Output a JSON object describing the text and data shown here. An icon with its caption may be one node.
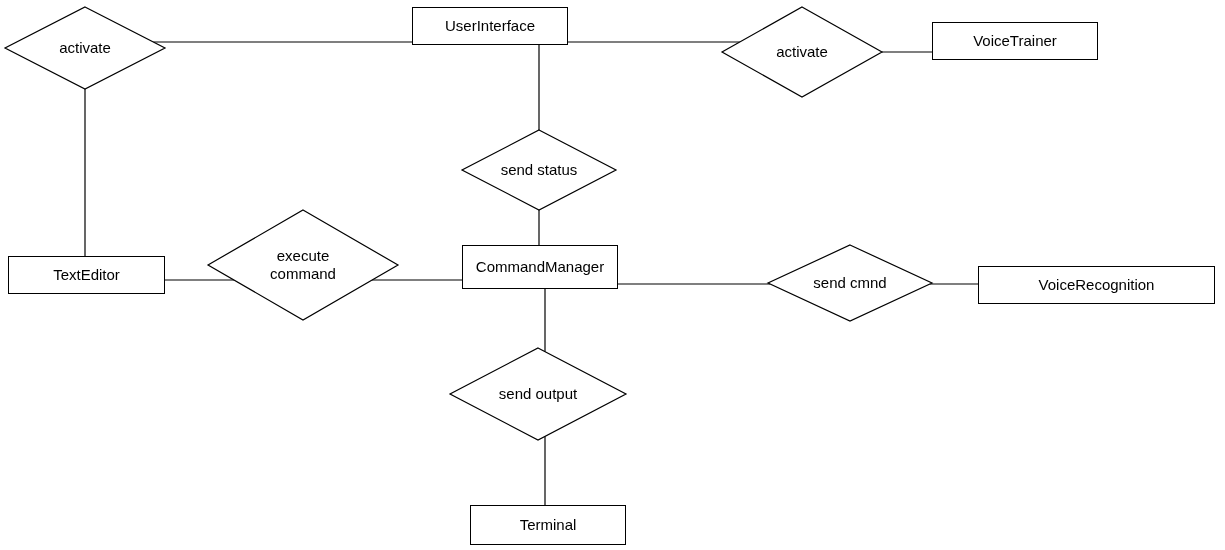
{
  "diagram": {
    "nodes": [
      {
        "text": [
          "activate"
        ]
      },
      {
        "text": [
          "UserInterface"
        ]
      },
      {
        "text": [
          "activate"
        ]
      },
      {
        "text": [
          "VoiceTrainer"
        ]
      },
      {
        "text": [
          "send status"
        ]
      },
      {
        "text": [
          "TextEditor"
        ]
      },
      {
        "text": [
          "execute command"
        ]
      },
      {
        "text": [
          "CommandManager"
        ]
      },
      {
        "text": [
          "send cmnd"
        ]
      },
      {
        "text": [
          "VoiceRecognition"
        ]
      },
      {
        "text": [
          "send output"
        ]
      },
      {
        "text": [
          "Terminal"
        ]
      }
    ],
    "edges": [
      {
        "from": 0,
        "to": 1,
        "arrow": "none"
      },
      {
        "from": 0,
        "to": 5,
        "arrow": "none"
      },
      {
        "from": 1,
        "to": 2,
        "arrow": "none"
      },
      {
        "from": 2,
        "to": 3,
        "arrow": "none"
      },
      {
        "from": 1,
        "to": 4,
        "arrow": "none"
      },
      {
        "from": 4,
        "to": 7,
        "arrow": "none"
      },
      {
        "from": 5,
        "to": 6,
        "arrow": "none"
      },
      {
        "from": 6,
        "to": 7,
        "arrow": "none"
      },
      {
        "from": 7,
        "to": 8,
        "arrow": "none"
      },
      {
        "from": 8,
        "to": 9,
        "arrow": "none"
      },
      {
        "from": 7,
        "to": 10,
        "arrow": "none"
      },
      {
        "from": 10,
        "to": 11,
        "arrow": "none"
      }
    ]
  }
}
